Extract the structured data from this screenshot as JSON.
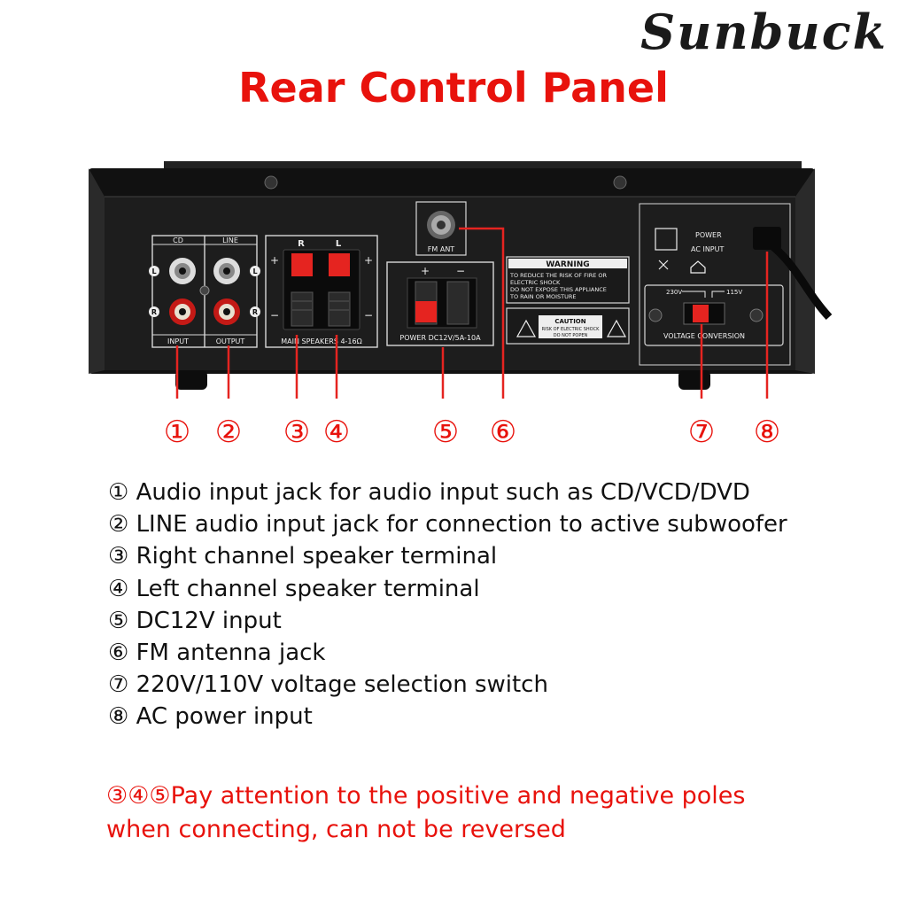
{
  "brand": "Sunbuck",
  "title": "Rear Control Panel",
  "panel_labels": {
    "cd": "CD",
    "line": "LINE",
    "input": "INPUT",
    "output": "OUTPUT",
    "l": "L",
    "r": "R",
    "spk_r": "R",
    "spk_l": "L",
    "main_speakers": "MAIN SPEAKERS 4-16Ω",
    "fm_ant": "FM ANT",
    "power_dc": "POWER  DC12V/5A-10A",
    "plus": "+",
    "minus": "−",
    "warning_title": "WARNING",
    "warning_line1": "TO REDUCE THE RISK OF FIRE OR",
    "warning_line2": "ELECTRIC SHOCK",
    "warning_line3": "DO NOT EXPOSE THIS APPLIANCE",
    "warning_line4": "TO RAIN OR MOISTURE",
    "caution_title": "CAUTION",
    "caution_line1": "RISK OF ELECTRIC SHOCK",
    "caution_line2": "DO NOT POPEN",
    "power_label": "POWER",
    "ac_input": "AC INPUT",
    "v230": "230V",
    "v115": "115V",
    "voltage_conversion": "VOLTAGE CONVERSION"
  },
  "callouts": [
    "①",
    "②",
    "③",
    "④",
    "⑤",
    "⑥",
    "⑦",
    "⑧"
  ],
  "descriptions": [
    "① Audio input jack for audio input such as CD/VCD/DVD",
    "② LINE audio input jack for connection to active subwoofer",
    "③ Right channel speaker terminal",
    "④ Left channel speaker terminal",
    "⑤ DC12V input",
    "⑥ FM antenna jack",
    "⑦ 220V/110V voltage selection switch",
    "⑧ AC power input"
  ],
  "note": {
    "line1": "③④⑤Pay attention to the positive and negative poles",
    "line2": "when connecting, can not be reversed"
  },
  "colors": {
    "accent": "#e8120c",
    "panel": "#1b1b1b",
    "terminal_red": "#e52420"
  }
}
